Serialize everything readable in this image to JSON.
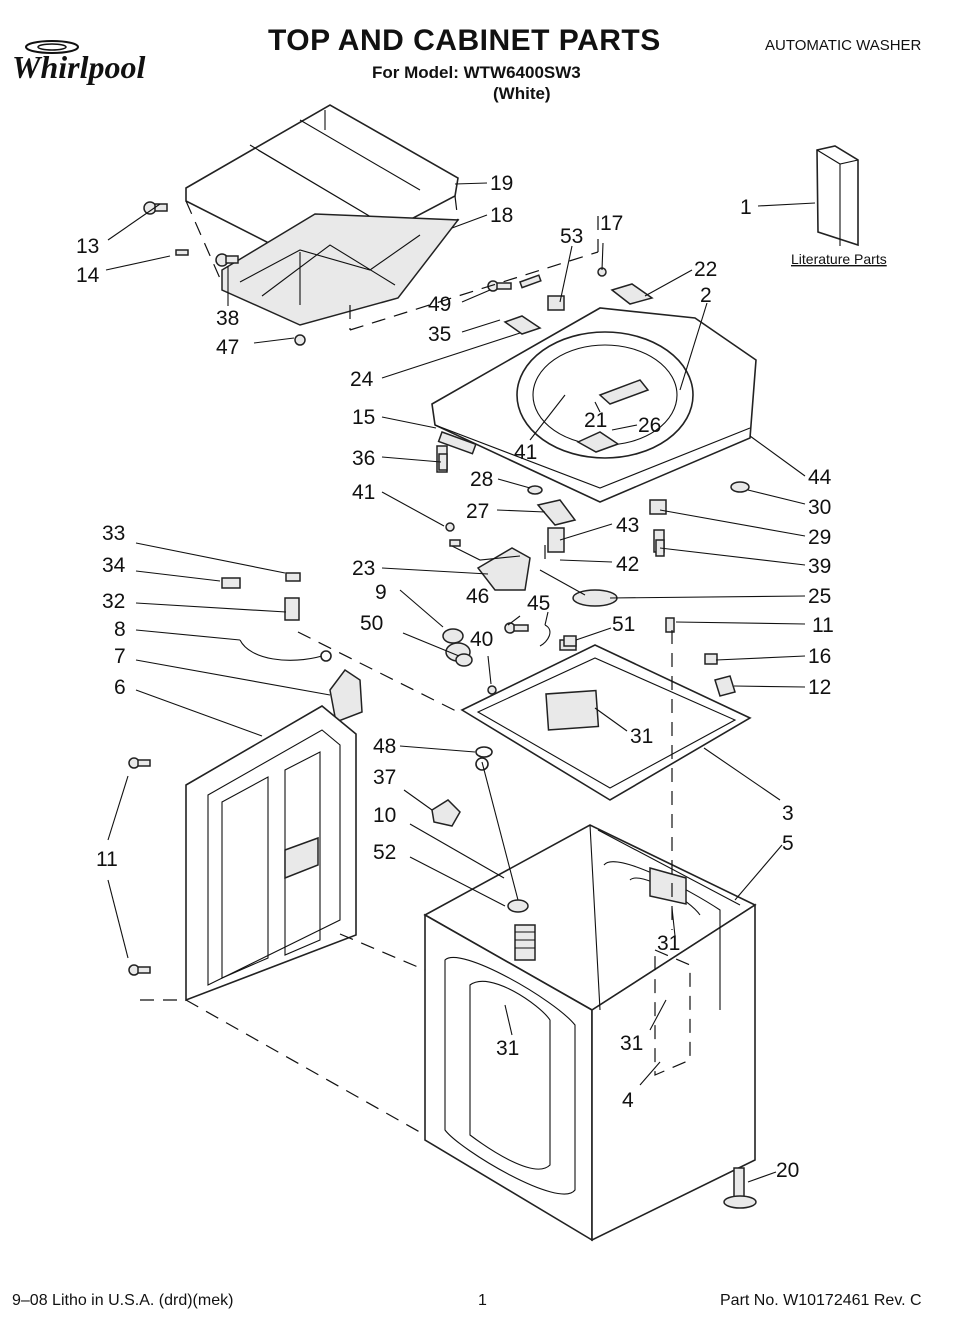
{
  "header": {
    "brand": "Whirlpool",
    "title": "TOP AND CABINET PARTS",
    "model_line": "For Model: WTW6400SW3",
    "variant": "(White)",
    "appliance": "AUTOMATIC WASHER"
  },
  "literature_label": "Literature Parts",
  "callouts": {
    "c1": "1",
    "c2": "2",
    "c3": "3",
    "c4": "4",
    "c5": "5",
    "c6": "6",
    "c7": "7",
    "c8": "8",
    "c9": "9",
    "c10": "10",
    "c11a": "11",
    "c11b": "11",
    "c12": "12",
    "c13": "13",
    "c14": "14",
    "c15": "15",
    "c16": "16",
    "c17": "17",
    "c18": "18",
    "c19": "19",
    "c20": "20",
    "c21": "21",
    "c22": "22",
    "c23": "23",
    "c24": "24",
    "c25": "25",
    "c26": "26",
    "c27": "27",
    "c28": "28",
    "c29": "29",
    "c30": "30",
    "c31a": "31",
    "c31b": "31",
    "c31c": "31",
    "c31d": "31",
    "c32": "32",
    "c33": "33",
    "c34": "34",
    "c35": "35",
    "c36": "36",
    "c37": "37",
    "c38": "38",
    "c39": "39",
    "c40": "40",
    "c41a": "41",
    "c41b": "41",
    "c42": "42",
    "c43": "43",
    "c44": "44",
    "c45": "45",
    "c46": "46",
    "c47": "47",
    "c48": "48",
    "c49": "49",
    "c50": "50",
    "c51": "51",
    "c52": "52",
    "c53": "53"
  },
  "footer": {
    "left": "9–08 Litho in U.S.A. (drd)(mek)",
    "page": "1",
    "part_no": "Part No. W10172461 Rev. C"
  }
}
